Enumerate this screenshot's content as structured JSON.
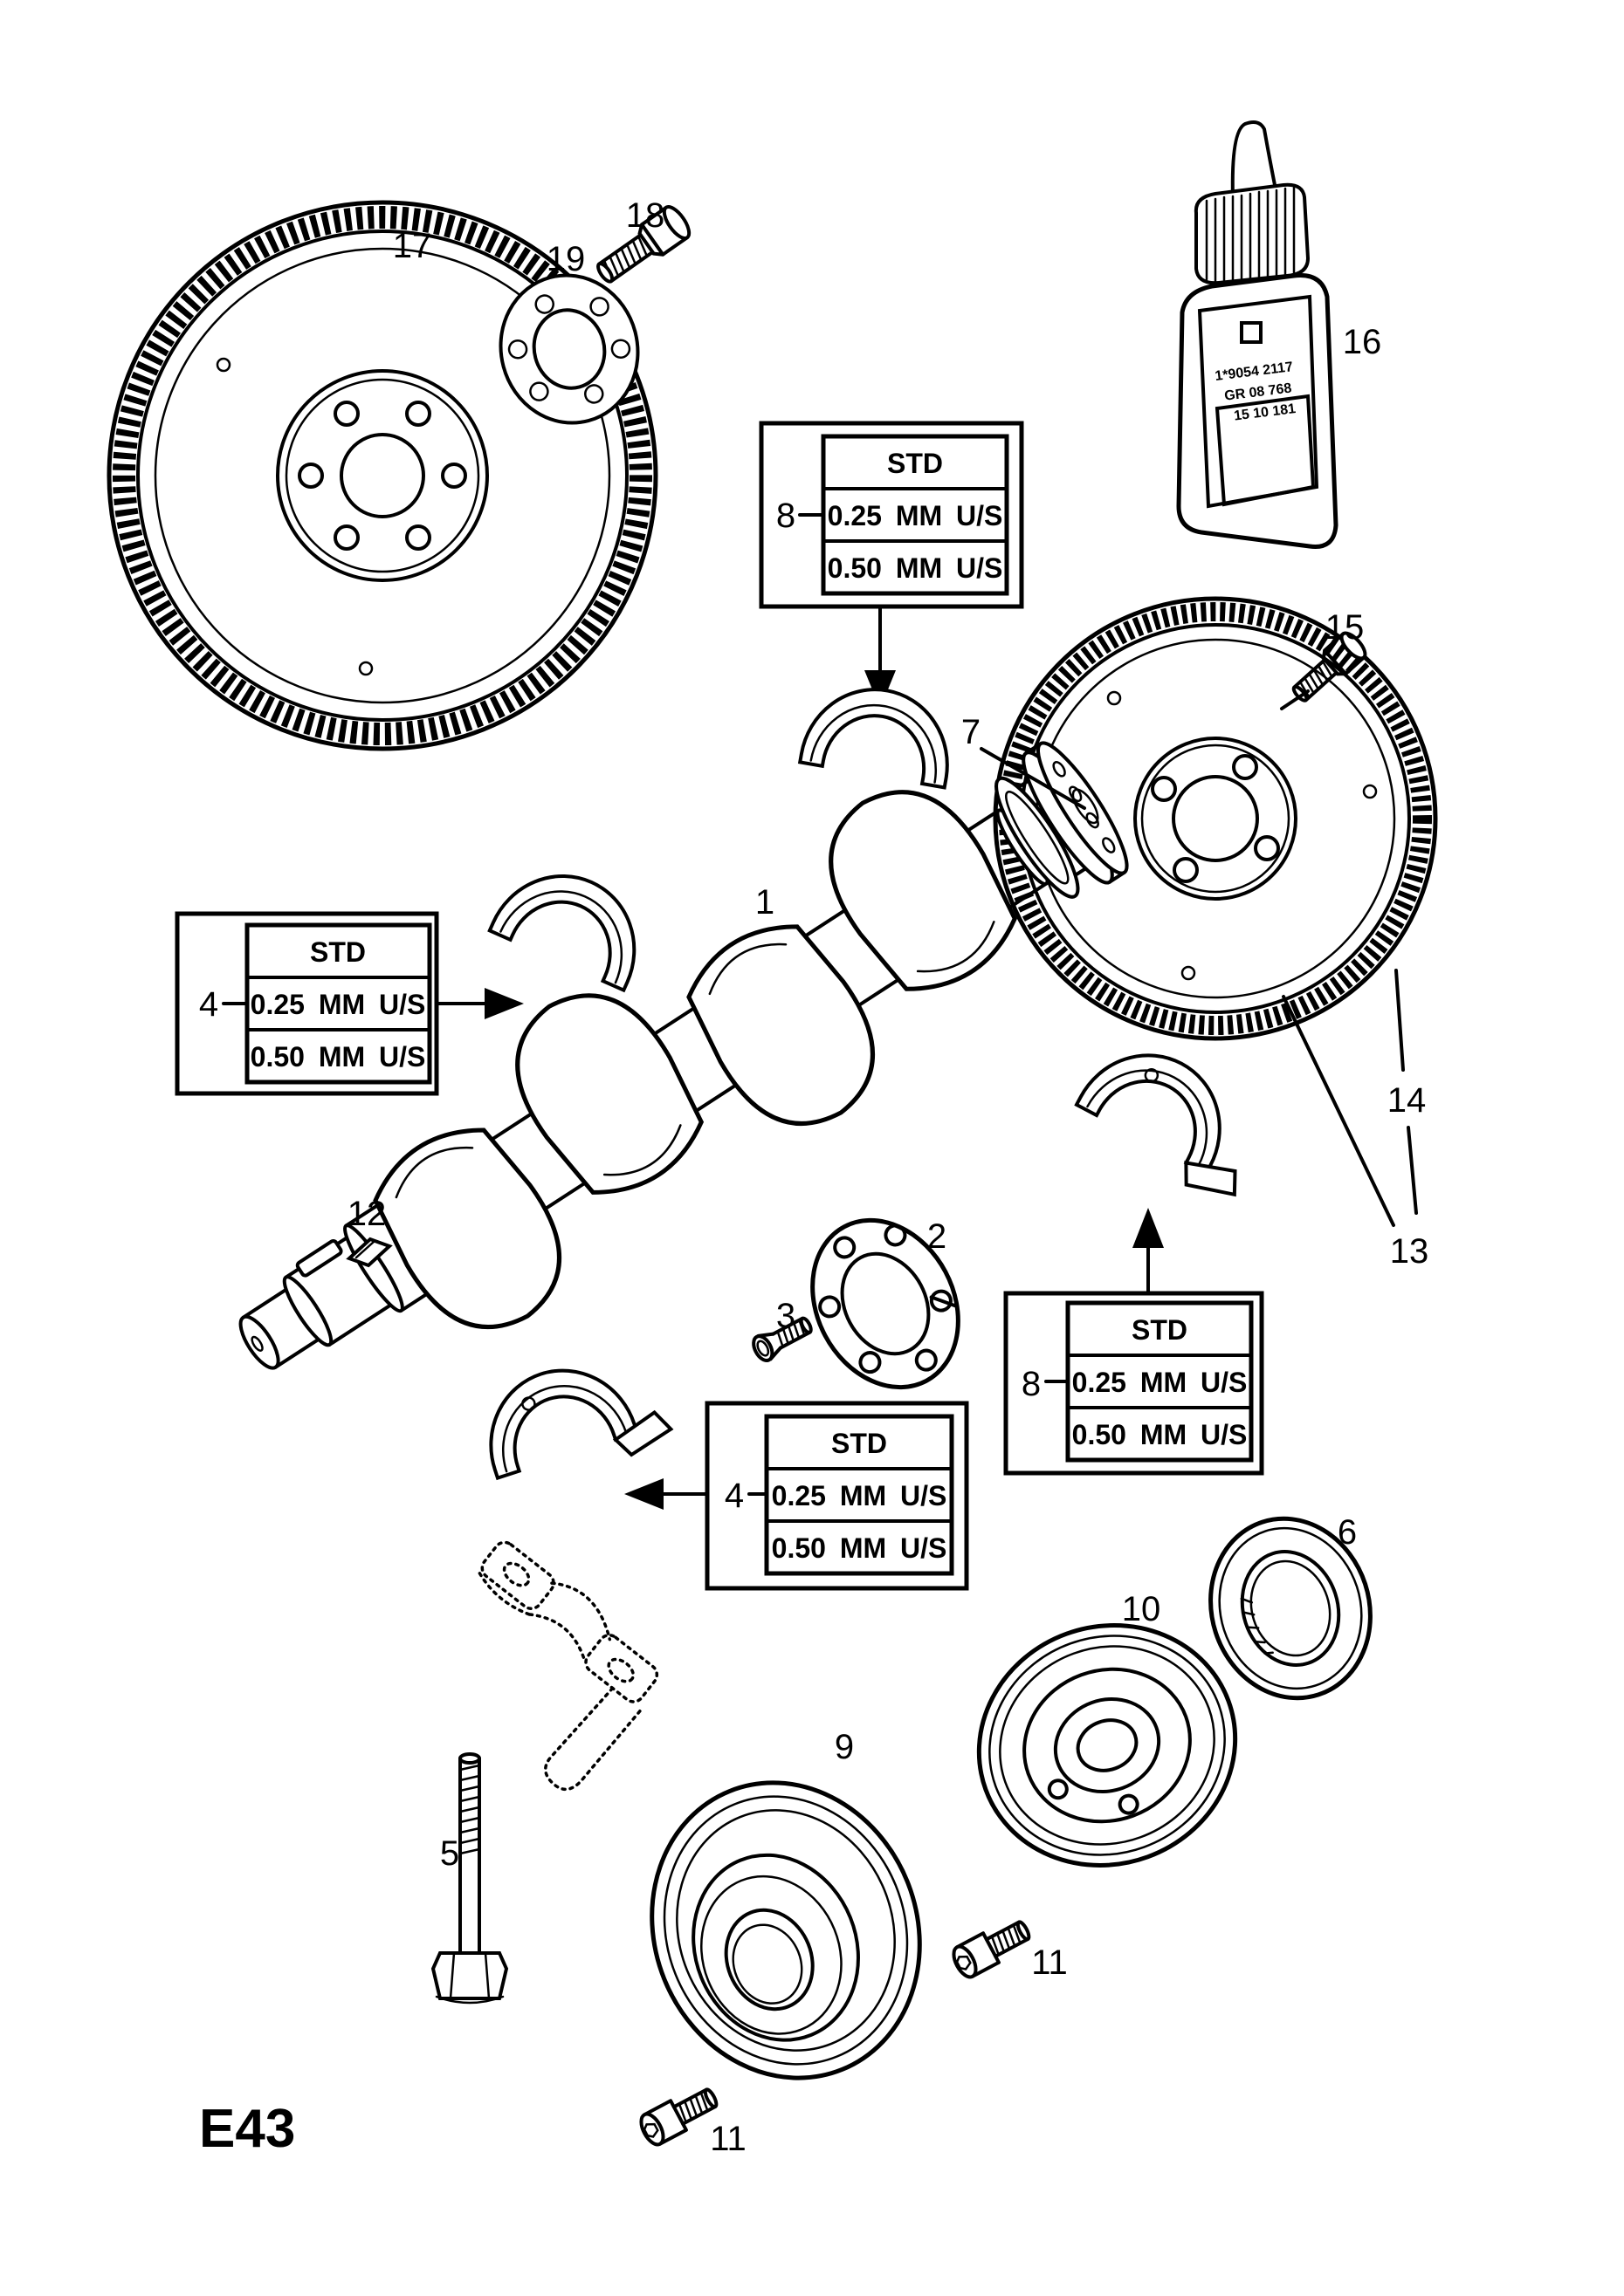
{
  "page": {
    "code": "E43"
  },
  "bearing_table": {
    "header": "STD",
    "row_025": "0.25 MM U/S",
    "row_050": "0.50 MM U/S"
  },
  "callouts": {
    "n1": "1",
    "n2": "2",
    "n3": "3",
    "n4": "4",
    "n5": "5",
    "n6": "6",
    "n7": "7",
    "n8": "8",
    "n9": "9",
    "n10": "10",
    "n11": "11",
    "n12": "12",
    "n13": "13",
    "n14": "14",
    "n15": "15",
    "n16": "16",
    "n17": "17",
    "n18": "18",
    "n19": "19"
  },
  "bottle": {
    "line1": "1*9054 2117",
    "line2": "GR 08 768",
    "line3": "15 10 181"
  }
}
